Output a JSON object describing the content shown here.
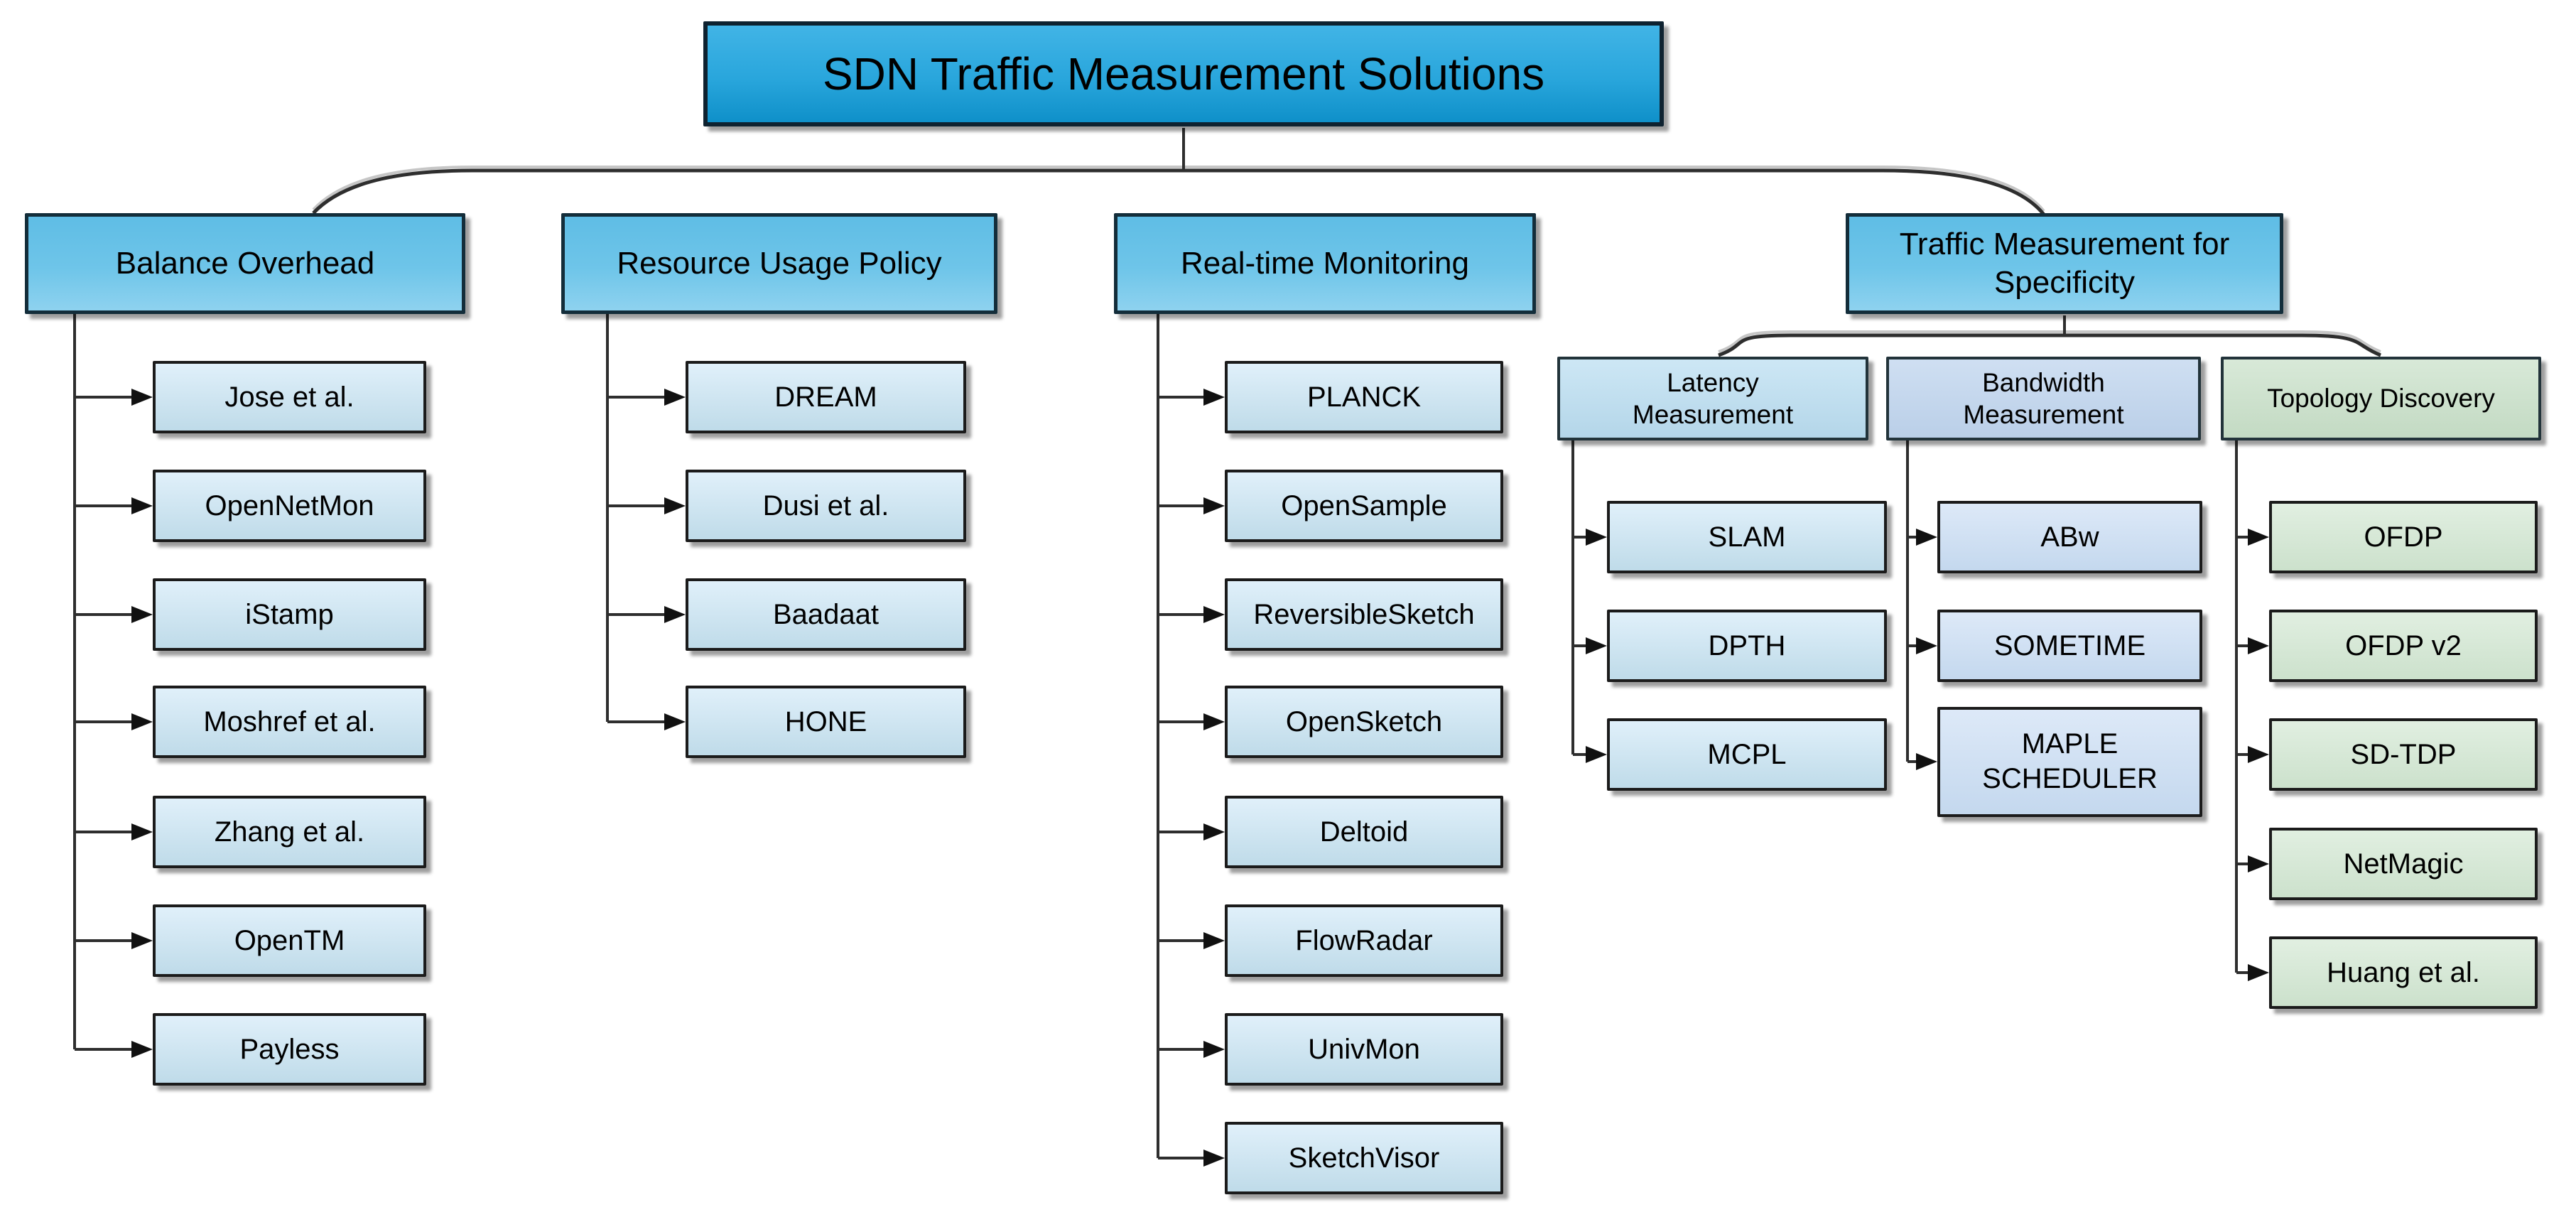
{
  "title": "SDN Traffic Measurement Solutions",
  "branches": [
    {
      "label": "Balance Overhead",
      "children": [
        "Jose et al.",
        "OpenNetMon",
        "iStamp",
        "Moshref et al.",
        "Zhang et al.",
        "OpenTM",
        "Payless"
      ]
    },
    {
      "label": "Resource Usage Policy",
      "children": [
        "DREAM",
        "Dusi et al.",
        "Baadaat",
        "HONE"
      ]
    },
    {
      "label": "Real-time Monitoring",
      "children": [
        "PLANCK",
        "OpenSample",
        "ReversibleSketch",
        "OpenSketch",
        "Deltoid",
        "FlowRadar",
        "UnivMon",
        "SketchVisor"
      ]
    },
    {
      "label": "Traffic Measurement for\nSpecificity",
      "subgroups": [
        {
          "label": "Latency\nMeasurement",
          "children": [
            "SLAM",
            "DPTH",
            "MCPL"
          ]
        },
        {
          "label": "Bandwidth\nMeasurement",
          "children": [
            "ABw",
            "SOMETIME",
            "MAPLE\nSCHEDULER"
          ]
        },
        {
          "label": "Topology Discovery",
          "children": [
            "OFDP",
            "OFDP v2",
            "SD-TDP",
            "NetMagic",
            "Huang  et  al."
          ]
        }
      ]
    }
  ],
  "colors": {
    "root_top": "#41b4e6",
    "root_mid": "#29a6dc",
    "root_bottom": "#0f90c9",
    "branch_top": "#5fbde5",
    "branch_mid": "#6ec5e9",
    "branch_bottom": "#8ed2ef",
    "leaf_blue_top": "#e0f0fa",
    "leaf_blue_bottom": "#bfdbe9",
    "leaf_peri_top": "#dde9f8",
    "leaf_peri_bottom": "#c4d8ee",
    "leaf_green_top": "#e1efe1",
    "leaf_green_bottom": "#cce1cc",
    "subhead_latency_top": "#cde7f5",
    "subhead_latency_bottom": "#b4d6e9",
    "subhead_bandwidth_top": "#cfdff2",
    "subhead_bandwidth_bottom": "#bacfe8",
    "subhead_topology_top": "#d8e9d8",
    "subhead_topology_bottom": "#c3dac3",
    "line": "#2e2e2e",
    "line_highlight": "#c6c6c6",
    "arrowhead": "#111111",
    "text": "#000000",
    "background": "#ffffff"
  }
}
